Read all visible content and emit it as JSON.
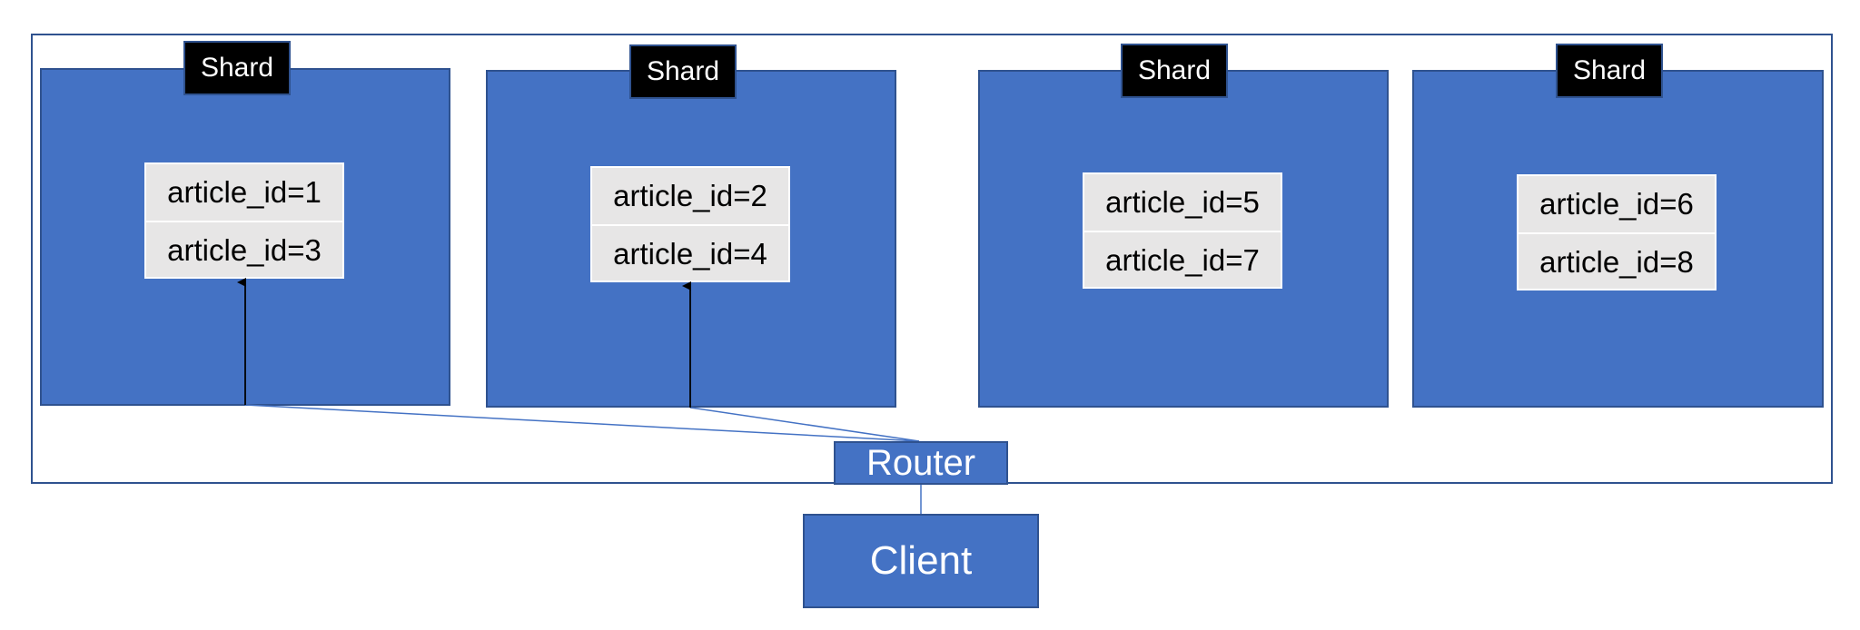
{
  "shards": [
    {
      "label": "Shard",
      "records": [
        "article_id=1",
        "article_id=3"
      ]
    },
    {
      "label": "Shard",
      "records": [
        "article_id=2",
        "article_id=4"
      ]
    },
    {
      "label": "Shard",
      "records": [
        "article_id=5",
        "article_id=7"
      ]
    },
    {
      "label": "Shard",
      "records": [
        "article_id=6",
        "article_id=8"
      ]
    }
  ],
  "router": {
    "label": "Router"
  },
  "client": {
    "label": "Client"
  },
  "colors": {
    "node_fill": "#4472C4",
    "node_border": "#2F528F",
    "record_fill": "#E7E6E6",
    "label_fill": "#000000"
  }
}
